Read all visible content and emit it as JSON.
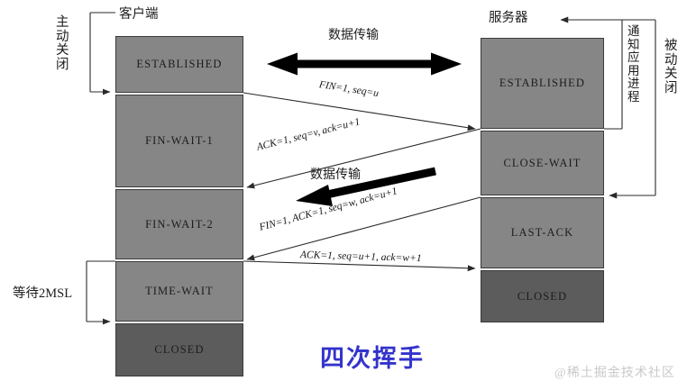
{
  "diagram": {
    "title": "四次挥手",
    "watermark": "@稀土掘金技术社区",
    "endpoints": {
      "client": "客户端",
      "server": "服务器"
    },
    "annotations": {
      "active_close": "主动关闭",
      "passive_close": "被动关闭",
      "notify_app": "通知应用进程",
      "wait_2msl": "等待2MSL",
      "data_transfer_top": "数据传输",
      "data_transfer_mid": "数据传输"
    },
    "client_states": [
      {
        "label": "ESTABLISHED",
        "shade": "normal"
      },
      {
        "label": "FIN-WAIT-1",
        "shade": "normal"
      },
      {
        "label": "FIN-WAIT-2",
        "shade": "normal"
      },
      {
        "label": "TIME-WAIT",
        "shade": "normal"
      },
      {
        "label": "CLOSED",
        "shade": "dark"
      }
    ],
    "server_states": [
      {
        "label": "ESTABLISHED",
        "shade": "normal"
      },
      {
        "label": "CLOSE-WAIT",
        "shade": "normal"
      },
      {
        "label": "LAST-ACK",
        "shade": "normal"
      },
      {
        "label": "CLOSED",
        "shade": "dark"
      }
    ],
    "messages": [
      {
        "id": "fin1",
        "text": "FIN=1, seq=u",
        "direction": "client-to-server"
      },
      {
        "id": "ack1",
        "text": "ACK=1, seq=v, ack=u+1",
        "direction": "server-to-client"
      },
      {
        "id": "fin2",
        "text": "FIN=1, ACK=1, seq=w, ack=u+1",
        "direction": "server-to-client"
      },
      {
        "id": "ack2",
        "text": "ACK=1, seq=u+1, ack=w+1",
        "direction": "client-to-server"
      }
    ],
    "colors": {
      "box_fill": "#868686",
      "box_fill_dark": "#5c5c5c",
      "box_stroke": "#3a3a3a",
      "title": "#3333cc",
      "watermark": "#c9c9c9",
      "line": "#2a2a2a"
    }
  }
}
